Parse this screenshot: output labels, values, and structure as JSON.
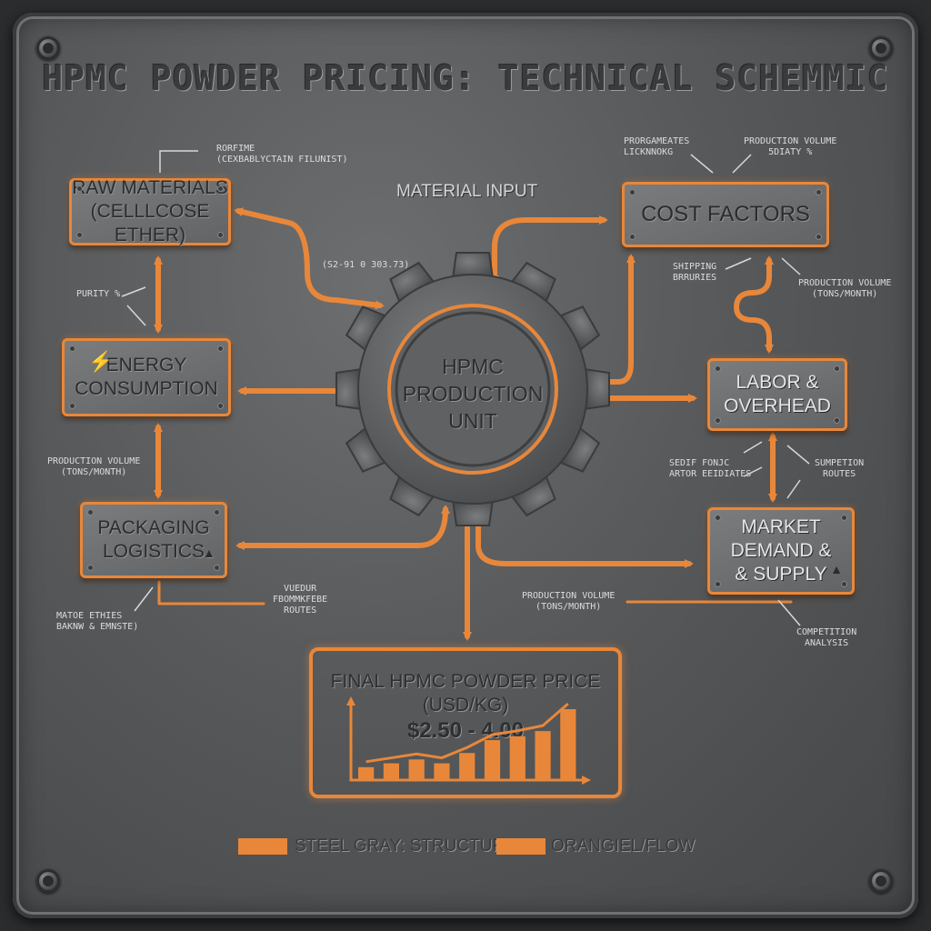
{
  "title": "HPMC POWDER PRICING: TECHNICAL SCHEMMIC",
  "center": {
    "lines": [
      "HPMC",
      "PRODUCTION",
      "UNIT"
    ]
  },
  "mid_labels": {
    "material_input": "MATERIAL INPUT"
  },
  "boxes": {
    "raw_materials": [
      "RAW MATERIALS",
      "(CELLLCOSE ETHER)"
    ],
    "energy": [
      "ENERGY",
      "CONSUMPTION"
    ],
    "packaging": [
      "PACKAGING",
      "LOGISTICS"
    ],
    "cost_factors": [
      "COST FACTORS"
    ],
    "labor": [
      "LABOR &",
      "OVERHEAD"
    ],
    "market": [
      "MARKET",
      "DEMAND &",
      "& SUPPLY"
    ]
  },
  "icons": {
    "energy": "lightning-icon",
    "packaging": "warning-triangle-icon",
    "market": "warning-triangle-icon"
  },
  "notes": {
    "n1": [
      "RORFIME",
      "(CEXBABLYCTAIN FILUNIST)"
    ],
    "n2": [
      "(S2-91 0 303.73)"
    ],
    "n3": [
      "PURITY %"
    ],
    "n4": [
      "PRODUCTION VOLUME",
      "(TONS/MONTH)"
    ],
    "n5": [
      "MATOE ETHIES",
      "BAKNW & EMNSTE)"
    ],
    "n6": [
      "VUEDUR",
      "FBOMMKFEBE",
      "ROUTES"
    ],
    "n7": [
      "PRORGAMEATES",
      "LICKNNOKG"
    ],
    "n8": [
      "PRODUCTION VOLUME",
      "5DIATY %"
    ],
    "n9": [
      "SHIPPING",
      "BRRURIES"
    ],
    "n10": [
      "PRODUCTION VOLUME",
      "(TONS/MONTH)"
    ],
    "n11": [
      "SEDIF FONJC",
      "ARTOR EEIDIATES"
    ],
    "n12": [
      "SUMPETION",
      "ROUTES"
    ],
    "n13": [
      "PRODUCTION VOLUME",
      "(TONS/MONTH)"
    ],
    "n14": [
      "COMPETITION",
      "ANALYSIS"
    ]
  },
  "final": {
    "line1": "FINAL HPMC POWDER PRICE",
    "line2": "(USD/KG)",
    "price": "$2.50 - 4.00"
  },
  "chart_data": {
    "type": "bar",
    "values": [
      1,
      1.3,
      1.6,
      1.3,
      2.1,
      3.1,
      3.4,
      3.8,
      5.5
    ],
    "trend_line": true
  },
  "legend": [
    {
      "label": "STEEL GRAY: STRUCTURAL",
      "color": "#e8873a"
    },
    {
      "label": "ORANGIEL/FLOW",
      "color": "#e8873a"
    }
  ],
  "colors": {
    "accent": "#e8873a",
    "steel": "#5c5e60"
  }
}
